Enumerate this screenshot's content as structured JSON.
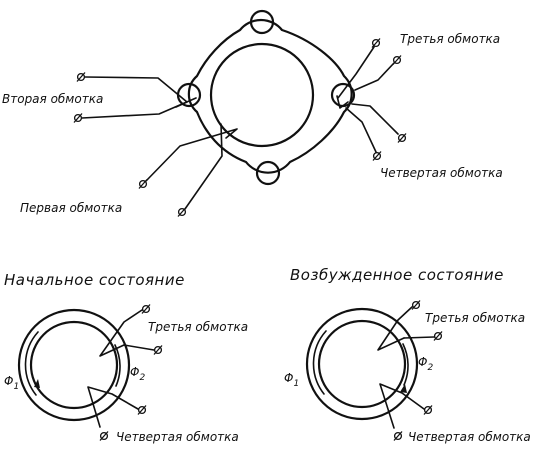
{
  "top_diagram": {
    "labels": {
      "third_winding": "Третья обмотка",
      "second_winding": "Вторая обмотка",
      "fourth_winding": "Четвертая обмотка",
      "first_winding": "Первая обмотка"
    }
  },
  "initial_state": {
    "title": "Начальное состояние",
    "third_winding": "Третья обмотка",
    "fourth_winding": "Четвертая обмотка",
    "flux_1": "Φ",
    "flux_1_sub": "1",
    "flux_2": "Φ",
    "flux_2_sub": "2"
  },
  "excited_state": {
    "title": "Возбужденное состояние",
    "third_winding": "Третья обмотка",
    "fourth_winding": "Четвертая обмотка",
    "flux_1": "Φ",
    "flux_1_sub": "1",
    "flux_2": "Φ",
    "flux_2_sub": "2"
  }
}
